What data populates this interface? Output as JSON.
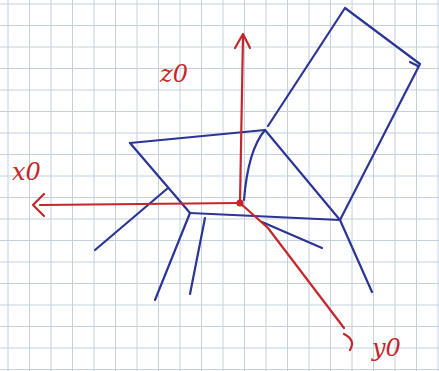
{
  "diagram": {
    "labels": [
      "z0",
      "x0",
      "y0"
    ]
  }
}
